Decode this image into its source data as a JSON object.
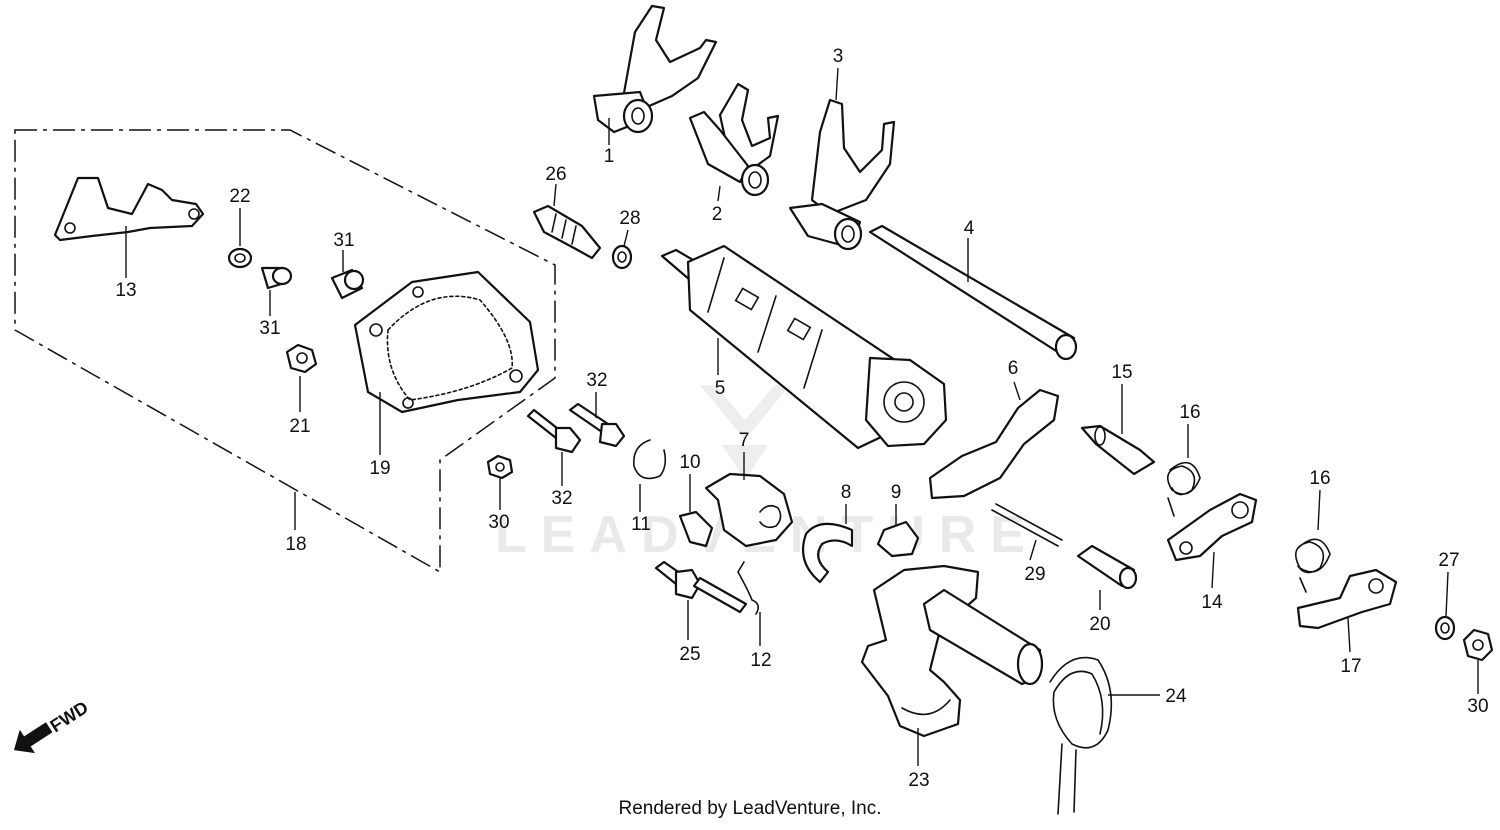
{
  "callouts": [
    {
      "id": "1",
      "label": "1"
    },
    {
      "id": "2",
      "label": "2"
    },
    {
      "id": "3",
      "label": "3"
    },
    {
      "id": "4",
      "label": "4"
    },
    {
      "id": "5",
      "label": "5"
    },
    {
      "id": "6",
      "label": "6"
    },
    {
      "id": "7",
      "label": "7"
    },
    {
      "id": "8",
      "label": "8"
    },
    {
      "id": "9",
      "label": "9"
    },
    {
      "id": "10",
      "label": "10"
    },
    {
      "id": "11",
      "label": "11"
    },
    {
      "id": "12",
      "label": "12"
    },
    {
      "id": "13",
      "label": "13"
    },
    {
      "id": "14",
      "label": "14"
    },
    {
      "id": "15",
      "label": "15"
    },
    {
      "id": "16a",
      "label": "16"
    },
    {
      "id": "16b",
      "label": "16"
    },
    {
      "id": "17",
      "label": "17"
    },
    {
      "id": "18",
      "label": "18"
    },
    {
      "id": "19",
      "label": "19"
    },
    {
      "id": "20",
      "label": "20"
    },
    {
      "id": "21",
      "label": "21"
    },
    {
      "id": "22",
      "label": "22"
    },
    {
      "id": "23",
      "label": "23"
    },
    {
      "id": "24",
      "label": "24"
    },
    {
      "id": "25",
      "label": "25"
    },
    {
      "id": "26",
      "label": "26"
    },
    {
      "id": "27",
      "label": "27"
    },
    {
      "id": "28",
      "label": "28"
    },
    {
      "id": "29",
      "label": "29"
    },
    {
      "id": "30a",
      "label": "30"
    },
    {
      "id": "30b",
      "label": "30"
    },
    {
      "id": "31a",
      "label": "31"
    },
    {
      "id": "31b",
      "label": "31"
    },
    {
      "id": "32a",
      "label": "32"
    },
    {
      "id": "32b",
      "label": "32"
    }
  ],
  "direction_arrow": {
    "label": "FWD"
  },
  "footer": {
    "credit": "Rendered by LeadVenture, Inc."
  },
  "watermark": {
    "text": "LEADVENTURE"
  },
  "colors": {
    "ink": "#111111",
    "paper": "#ffffff",
    "watermark": "#e9e9e9"
  }
}
